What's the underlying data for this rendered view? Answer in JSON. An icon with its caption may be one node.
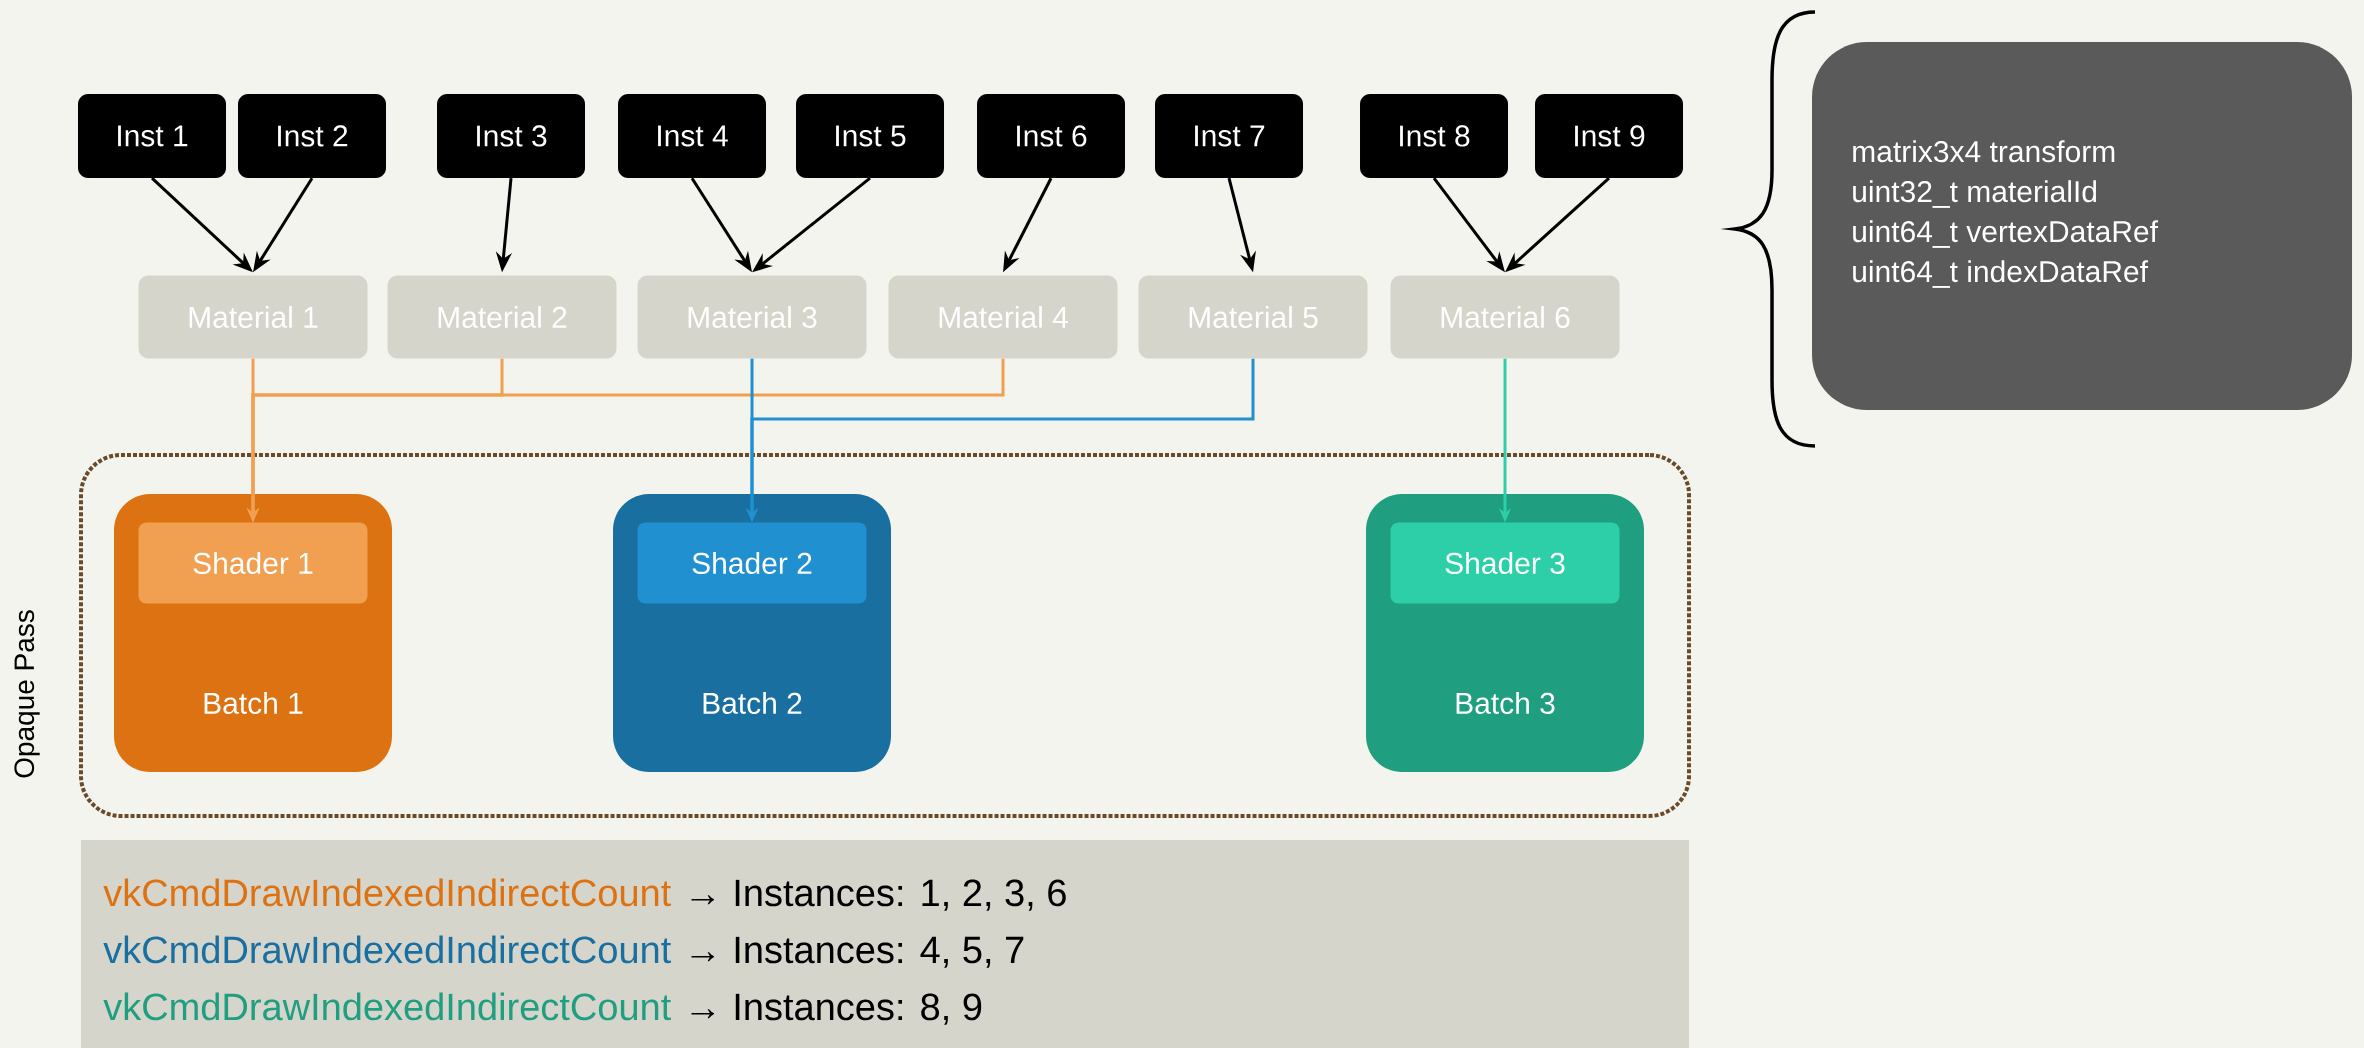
{
  "diagram": {
    "nodes": [
      {
        "text": [
          "Inst 1"
        ]
      },
      {
        "text": [
          "Inst 2"
        ]
      },
      {
        "text": [
          "Inst 3"
        ]
      },
      {
        "text": [
          "Inst 4"
        ]
      },
      {
        "text": [
          "Inst 5"
        ]
      },
      {
        "text": [
          "Inst 6"
        ]
      },
      {
        "text": [
          "Inst 7"
        ]
      },
      {
        "text": [
          "Inst 8"
        ]
      },
      {
        "text": [
          "Inst 9"
        ]
      },
      {
        "text": [
          "Material 1"
        ]
      },
      {
        "text": [
          "Material 2"
        ]
      },
      {
        "text": [
          "Material 3"
        ]
      },
      {
        "text": [
          "Material 4"
        ]
      },
      {
        "text": [
          "Material 5"
        ]
      },
      {
        "text": [
          "Material 6"
        ]
      },
      {
        "text": [
          "Opaque Pass"
        ]
      },
      {
        "text": [
          "Batch 1"
        ],
        "in": 15
      },
      {
        "text": [
          "Shader 1"
        ],
        "in": 16
      },
      {
        "text": [
          "Batch 2"
        ],
        "in": 15
      },
      {
        "text": [
          "Shader 2"
        ],
        "in": 18
      },
      {
        "text": [
          "Batch 3"
        ],
        "in": 15
      },
      {
        "text": [
          "Shader 3"
        ],
        "in": 20
      },
      {
        "text": [
          "matrix3x4 transform",
          "uint32_t materialId",
          "uint64_t vertexDataRef",
          "uint64_t indexDataRef"
        ]
      },
      {
        "text": [
          "vkCmdDrawIndexedIndirectCount",
          "→ Instances: 1, 2, 3, 6",
          "vkCmdDrawIndexedIndirectCount",
          "→ Instances: 4, 5, 7",
          "vkCmdDrawIndexedIndirectCount",
          "→ Instances: 8, 9"
        ]
      }
    ],
    "edges": [
      {
        "from": 0,
        "to": 9,
        "arrow": "to"
      },
      {
        "from": 1,
        "to": 9,
        "arrow": "to"
      },
      {
        "from": 2,
        "to": 10,
        "arrow": "to"
      },
      {
        "from": 3,
        "to": 11,
        "arrow": "to"
      },
      {
        "from": 4,
        "to": 11,
        "arrow": "to"
      },
      {
        "from": 5,
        "to": 12,
        "arrow": "to"
      },
      {
        "from": 6,
        "to": 13,
        "arrow": "to"
      },
      {
        "from": 7,
        "to": 14,
        "arrow": "to"
      },
      {
        "from": 8,
        "to": 14,
        "arrow": "to"
      },
      {
        "from": 9,
        "to": 17,
        "arrow": "to",
        "color": "#f0a050"
      },
      {
        "from": 10,
        "to": 17,
        "arrow": "to",
        "color": "#f0a050"
      },
      {
        "from": 12,
        "to": 17,
        "arrow": "to",
        "color": "#f0a050"
      },
      {
        "from": 11,
        "to": 19,
        "arrow": "to",
        "color": "#2090d0"
      },
      {
        "from": 13,
        "to": 19,
        "arrow": "to",
        "color": "#2090d0"
      },
      {
        "from": 14,
        "to": 21,
        "arrow": "to",
        "color": "#2dcfa8"
      }
    ]
  }
}
